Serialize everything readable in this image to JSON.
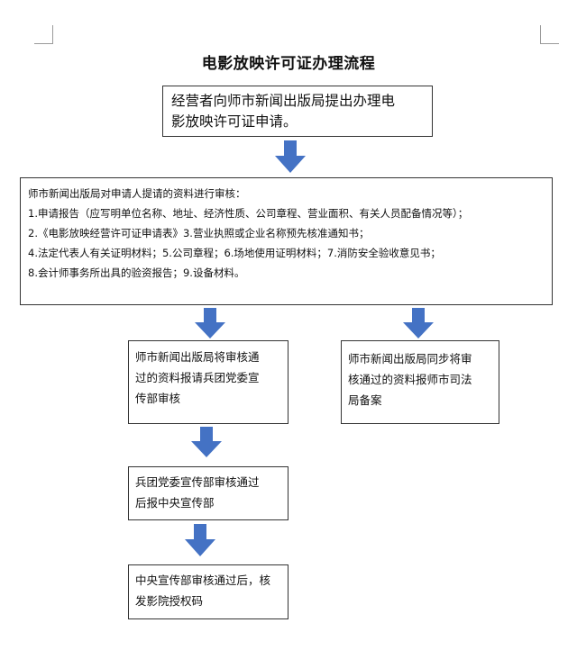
{
  "title": "电影放映许可证办理流程",
  "colors": {
    "arrow": "#4472C4",
    "border": "#333333"
  },
  "boxes": {
    "start": {
      "lines": [
        "经营者向师市新闻出版局提出办理电",
        "影放映许可证申请。"
      ]
    },
    "review": {
      "lines": [
        "师市新闻出版局对申请人提请的资料进行审核：",
        "1.申请报告（应写明单位名称、地址、经济性质、公司章程、营业面积、有关人员配备情况等）；",
        "2.《电影放映经营许可证申请表》3.营业执照或企业名称预先核准通知书；",
        "4.法定代表人有关证明材料；5.公司章程；6.场地使用证明材料；7.消防安全验收意见书；",
        "8.会计师事务所出具的验资报告；9.设备材料。"
      ]
    },
    "city": {
      "lines": [
        "师市新闻出版局将审核通",
        "过的资料报请兵团党委宣",
        "传部审核"
      ]
    },
    "filing": {
      "lines": [
        "师市新闻出版局同步将审",
        "核通过的资料报师市司法",
        "局备案"
      ]
    },
    "corps": {
      "lines": [
        "兵团党委宣传部审核通过",
        "后报中央宣传部"
      ]
    },
    "central": {
      "lines": [
        "中央宣传部审核通过后，核",
        "发影院授权码"
      ]
    }
  }
}
